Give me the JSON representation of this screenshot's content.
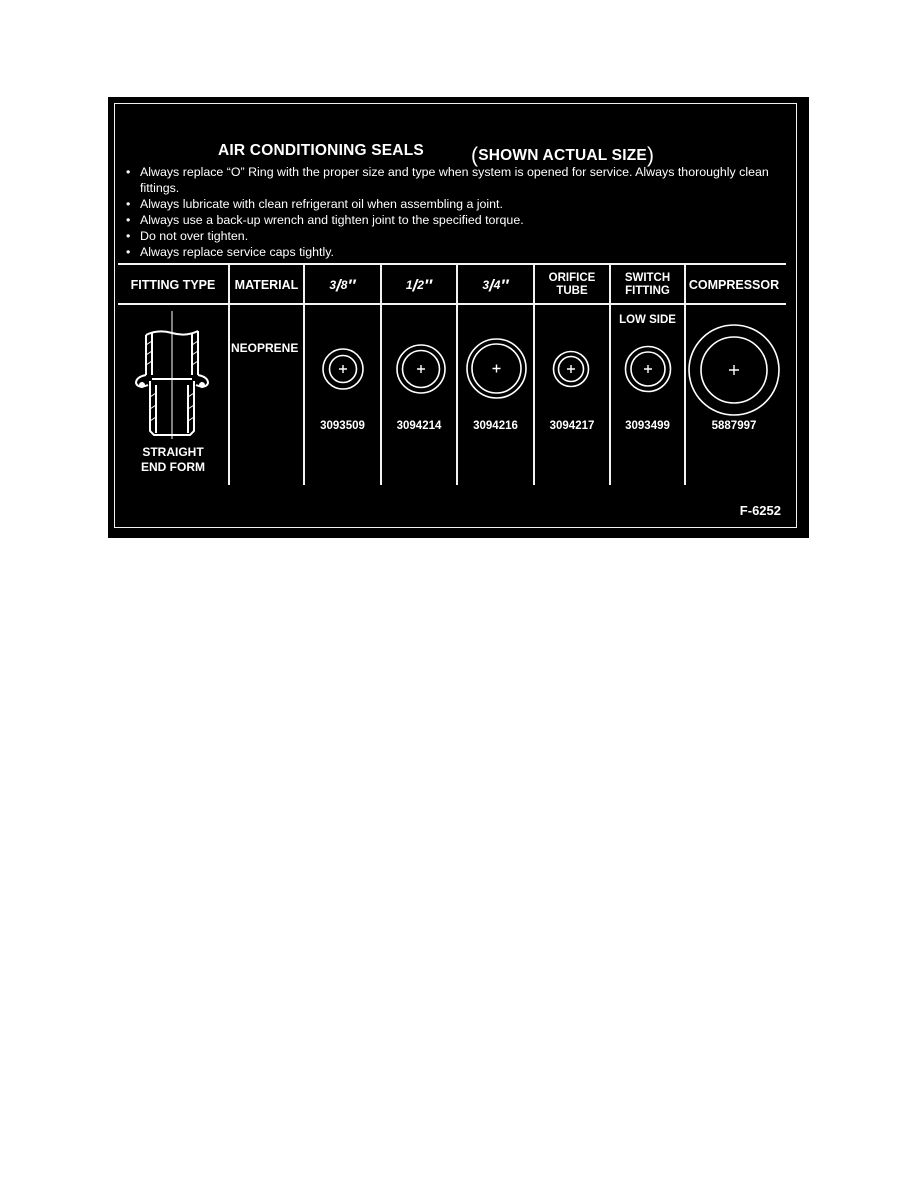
{
  "diagram": {
    "title": "AIR CONDITIONING SEALS",
    "subtitle": "SHOWN ACTUAL SIZE",
    "bullets": [
      "Always replace “O” Ring with the proper size and type when system is opened for service. Always thoroughly clean fittings.",
      "Always lubricate with clean refrigerant oil when assembling a joint.",
      "Always use a back-up wrench and tighten joint to the specified torque.",
      "Do not over tighten.",
      "Always replace service caps tightly."
    ],
    "table": {
      "headers": {
        "fitting_type": "FITTING TYPE",
        "material": "MATERIAL",
        "size_3_8_num": "3",
        "size_3_8_den": "8",
        "size_1_2_num": "1",
        "size_1_2_den": "2",
        "size_3_4_num": "3",
        "size_3_4_den": "4",
        "inch_mark": "″",
        "orifice_tube_1": "ORIFICE",
        "orifice_tube_2": "TUBE",
        "switch_fitting_1": "SWITCH",
        "switch_fitting_2": "FITTING",
        "compressor": "COMPRESSOR"
      },
      "fitting_type_label_1": "STRAIGHT",
      "fitting_type_label_2": "END FORM",
      "material_value": "NEOPRENE",
      "switch_note": "LOW SIDE",
      "seals": [
        {
          "column": "3/8\"",
          "part_number": "3093509",
          "outer_d": 40,
          "inner_d": 27
        },
        {
          "column": "1/2\"",
          "part_number": "3094214",
          "outer_d": 48,
          "inner_d": 37
        },
        {
          "column": "3/4\"",
          "part_number": "3094216",
          "outer_d": 59,
          "inner_d": 49
        },
        {
          "column": "Orifice Tube",
          "part_number": "3094217",
          "outer_d": 35,
          "inner_d": 25
        },
        {
          "column": "Switch Fitting (Low Side)",
          "part_number": "3093499",
          "outer_d": 45,
          "inner_d": 34
        },
        {
          "column": "Compressor",
          "part_number": "5887997",
          "outer_d": 90,
          "inner_d": 66
        }
      ]
    },
    "figure_code": "F-6252",
    "colors": {
      "background": "#000000",
      "foreground": "#ffffff",
      "page": "#ffffff"
    }
  }
}
